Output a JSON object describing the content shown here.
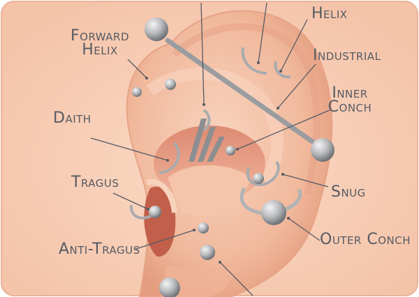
{
  "labels": {
    "forward_helix_1": "Forward",
    "forward_helix_2": "Helix",
    "helix": "Helix",
    "industrial": "Industrial",
    "inner_conch_1": "Inner",
    "inner_conch_2": "Conch",
    "daith": "Daith",
    "tragus": "Tragus",
    "snug": "Snug",
    "outer_conch": "Outer Conch",
    "anti_tragus": "Anti-Tragus"
  },
  "colors": {
    "background": "#f7cdb4",
    "skin": "#f3bfa4",
    "skin_shadow": "#d9896f",
    "jewelry": "#a8aaad",
    "text": "#555a63"
  },
  "icons": [
    "logo-icon"
  ]
}
